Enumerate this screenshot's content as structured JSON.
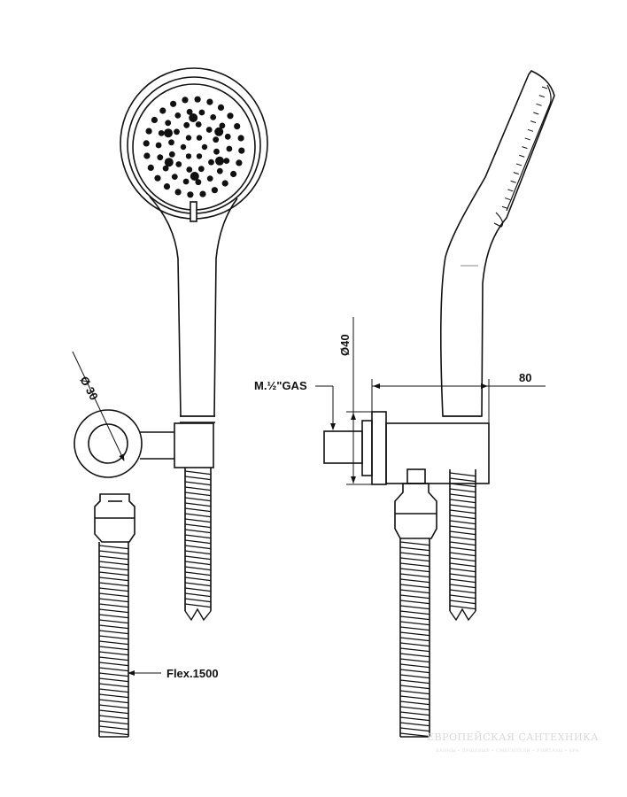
{
  "dimensions": {
    "diameter_30": "Ø 30",
    "diameter_40": "Ø40",
    "thread": "M.½\"GAS",
    "projection": "80",
    "hose": "Flex.1500"
  },
  "watermark": {
    "title": "ЕВРОПЕЙСКАЯ САНТЕХНИКА",
    "subtitle": "ВАННЫ • ДУШЕВЫЕ • СМЕСИТЕЛИ • УНИТАЗЫ • SPA"
  },
  "colors": {
    "line": "#111111",
    "watermark": "#d9d9d9"
  }
}
